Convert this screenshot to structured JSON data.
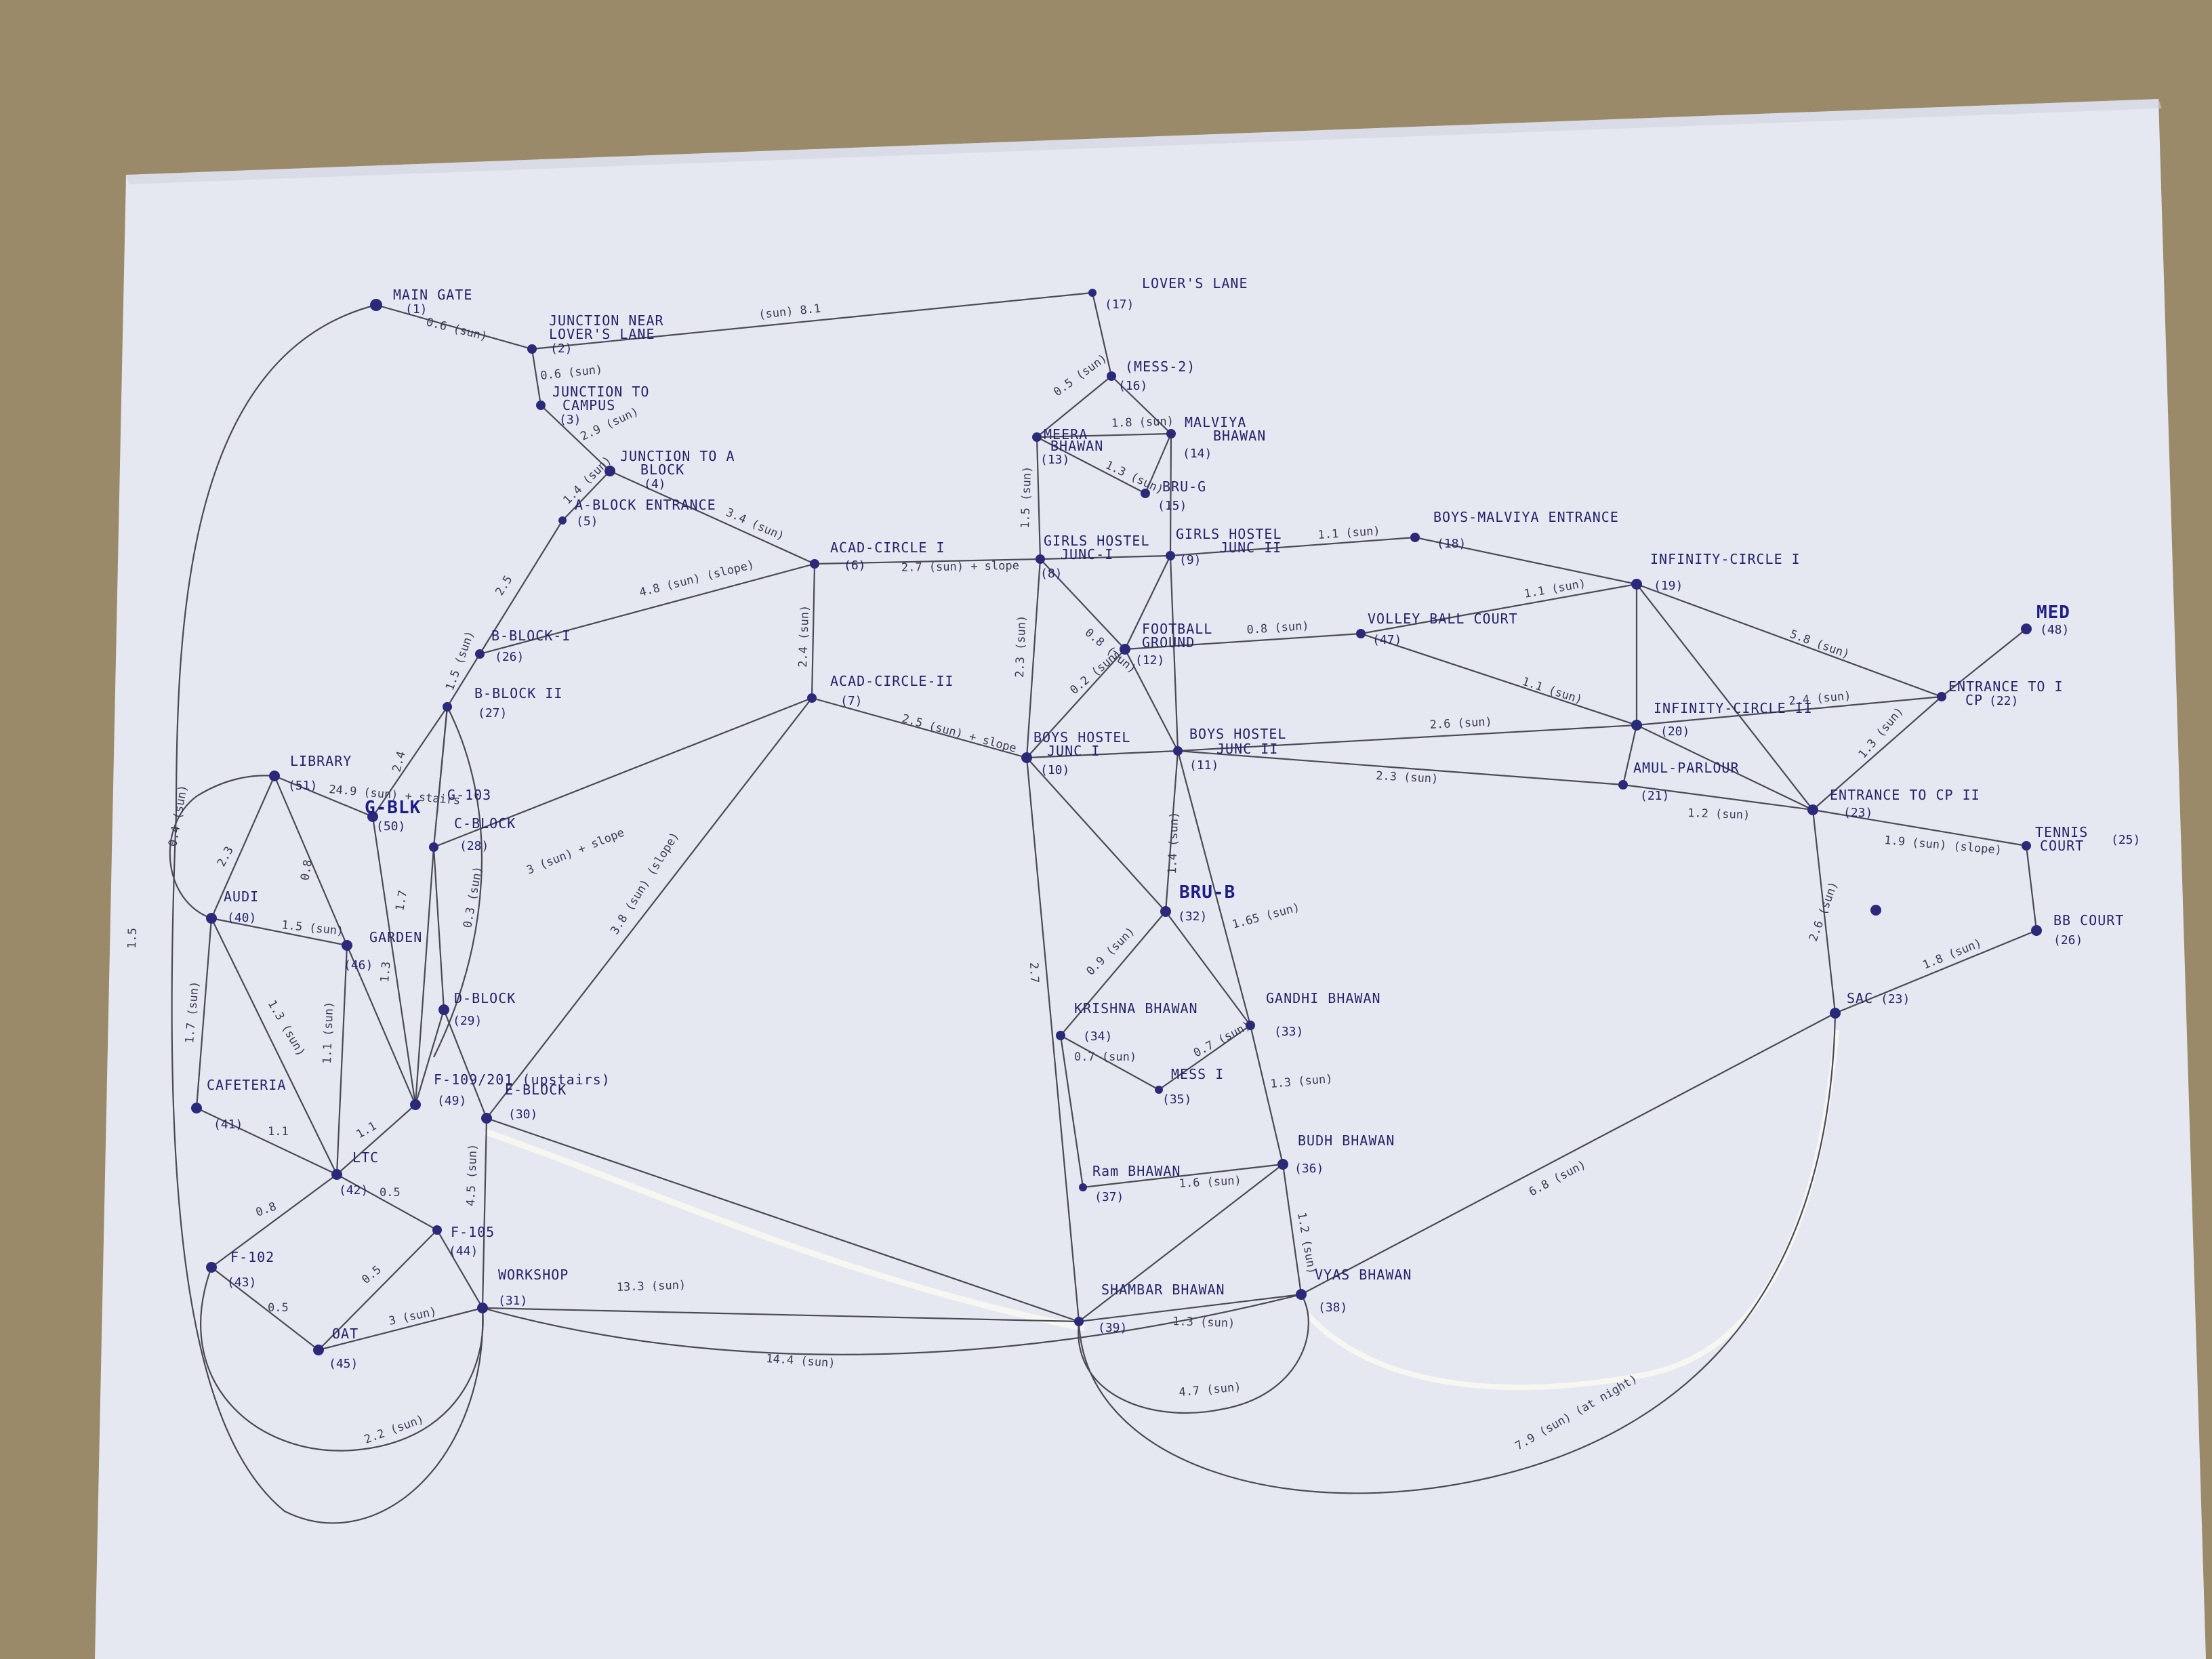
{
  "nodes": [
    {
      "id": "n1",
      "name": "MAIN GATE",
      "num": "(1)"
    },
    {
      "id": "n2",
      "name": "JUNCTION NEAR",
      "name2": "LOVER'S LANE",
      "num": "(2)"
    },
    {
      "id": "n3",
      "name": "JUNCTION TO",
      "name2": "CAMPUS",
      "num": "(3)"
    },
    {
      "id": "n4",
      "name": "JUNCTION TO A",
      "name2": "BLOCK",
      "num": "(4)"
    },
    {
      "id": "n5",
      "name": "A-BLOCK ENTRANCE",
      "num": "(5)"
    },
    {
      "id": "n6",
      "name": "ACAD-CIRCLE I",
      "num": "(6)"
    },
    {
      "id": "n7",
      "name": "ACAD-CIRCLE-II",
      "num": "(7)"
    },
    {
      "id": "n8",
      "name": "GIRLS HOSTEL",
      "name2": "JUNC-I",
      "num": "(8)"
    },
    {
      "id": "n9",
      "name": "GIRLS HOSTEL",
      "name2": "JUNC II",
      "num": "(9)"
    },
    {
      "id": "n10",
      "name": "BOYS HOSTEL",
      "name2": "JUNC I",
      "num": "(10)"
    },
    {
      "id": "n11",
      "name": "BOYS HOSTEL",
      "name2": "JUNC II",
      "num": "(11)"
    },
    {
      "id": "n12",
      "name": "FOOTBALL",
      "name2": "GROUND",
      "num": "(12)"
    },
    {
      "id": "n13",
      "name": "MEERA",
      "name2": "BHAWAN",
      "num": "(13)"
    },
    {
      "id": "n14",
      "name": "MALVIYA",
      "name2": "BHAWAN",
      "num": "(14)"
    },
    {
      "id": "n15",
      "name": "BRU-G",
      "num": "(15)"
    },
    {
      "id": "n16",
      "name": "(MESS-2)",
      "num": "(16)"
    },
    {
      "id": "n17",
      "name": "LOVER'S LANE",
      "num": "(17)"
    },
    {
      "id": "n18",
      "name": "BOYS-MALVIYA ENTRANCE",
      "num": "(18)"
    },
    {
      "id": "n19",
      "name": "INFINITY-CIRCLE I",
      "num": "(19)"
    },
    {
      "id": "n20",
      "name": "INFINITY-CIRCLE II",
      "num": "(20)"
    },
    {
      "id": "n21",
      "name": "AMUL-PARLOUR",
      "num": "(21)"
    },
    {
      "id": "n22",
      "name": "ENTRANCE TO I",
      "name2": "CP",
      "num": "(22)"
    },
    {
      "id": "n23",
      "name": "ENTRANCE TO CP II",
      "num": "(23)"
    },
    {
      "id": "n24",
      "name": "SAC",
      "num": "(23)"
    },
    {
      "id": "n25",
      "name": "TENNIS",
      "name2": "COURT",
      "num": "(25)"
    },
    {
      "id": "n26",
      "name": "BB COURT",
      "num": "(26)"
    },
    {
      "id": "n27",
      "name": "B-BLOCK II",
      "num": "(27)"
    },
    {
      "id": "n28",
      "name": "C-BLOCK",
      "num": "(28)"
    },
    {
      "id": "n29",
      "name": "D-BLOCK",
      "num": "(29)"
    },
    {
      "id": "n30",
      "name": "E-BLOCK",
      "num": "(30)"
    },
    {
      "id": "n31",
      "name": "WORKSHOP",
      "num": "(31)"
    },
    {
      "id": "n32",
      "name": "BRU-B",
      "num": "(32)"
    },
    {
      "id": "n33",
      "name": "GANDHI BHAWAN",
      "num": "(33)"
    },
    {
      "id": "n34",
      "name": "KRISHNA BHAWAN",
      "num": "(34)"
    },
    {
      "id": "n35",
      "name": "MESS I",
      "num": "(35)"
    },
    {
      "id": "n36",
      "name": "BUDH BHAWAN",
      "num": "(36)"
    },
    {
      "id": "n37",
      "name": "Ram BHAWAN",
      "num": "(37)"
    },
    {
      "id": "n38",
      "name": "VYAS BHAWAN",
      "num": "(38)"
    },
    {
      "id": "n39",
      "name": "SHAMBAR BHAWAN",
      "num": "(39)"
    },
    {
      "id": "n40",
      "name": "AUDI",
      "num": "(40)"
    },
    {
      "id": "n41",
      "name": "CAFETERIA",
      "num": "(41)"
    },
    {
      "id": "n42",
      "name": "LTC",
      "num": "(42)"
    },
    {
      "id": "n43",
      "name": "F-102",
      "num": "(43)"
    },
    {
      "id": "n44",
      "name": "F-105",
      "num": "(44)"
    },
    {
      "id": "n45",
      "name": "OAT",
      "num": "(45)"
    },
    {
      "id": "n46",
      "name": "GARDEN",
      "num": "(46)"
    },
    {
      "id": "n47",
      "name": "VOLLEY BALL COURT",
      "num": "(47)"
    },
    {
      "id": "n48",
      "name": "MED",
      "num": "(48)"
    },
    {
      "id": "n49",
      "name": "F-109/201 (upstairs)",
      "num": "(49)"
    },
    {
      "id": "n50",
      "name": "G-BLK",
      "num": "(50)"
    },
    {
      "id": "n51",
      "name": "LIBRARY",
      "num": "(51)"
    },
    {
      "id": "n52",
      "name": "B-BLOCK-I",
      "num": "(26)"
    },
    {
      "id": "n53",
      "name": "G-103",
      "num": ""
    }
  ],
  "edges": [
    {
      "id": "e1",
      "label": "0.6 (sun)"
    },
    {
      "id": "e2",
      "label": "(sun) 8.1"
    },
    {
      "id": "e3",
      "label": "0.6 (sun)"
    },
    {
      "id": "e4",
      "label": "2.9 (sun)"
    },
    {
      "id": "e5",
      "label": "1.4 (sun)"
    },
    {
      "id": "e6",
      "label": "3.4 (sun)"
    },
    {
      "id": "e7",
      "label": "2.5"
    },
    {
      "id": "e8",
      "label": "4.8 (sun) (slope)"
    },
    {
      "id": "e9",
      "label": "2.7 (sun) + slope"
    },
    {
      "id": "e10",
      "label": "2.4 (sun)"
    },
    {
      "id": "e11",
      "label": "2.5 (sun) + slope"
    },
    {
      "id": "e12",
      "label": "1.1 (sun)"
    },
    {
      "id": "e13",
      "label": "1.5 (sun)"
    },
    {
      "id": "e14",
      "label": "1.8 (sun)"
    },
    {
      "id": "e15",
      "label": "1.3 (sun)"
    },
    {
      "id": "e16",
      "label": "0.5 (sun)"
    },
    {
      "id": "e17",
      "label": "0.8 (sun)"
    },
    {
      "id": "e18",
      "label": "2.6 (sun)"
    },
    {
      "id": "e19",
      "label": "2.3 (sun)"
    },
    {
      "id": "e20",
      "label": "1.1 (sun)"
    },
    {
      "id": "e21",
      "label": "5.8 (sun)"
    },
    {
      "id": "e22",
      "label": "2.4 (sun)"
    },
    {
      "id": "e23",
      "label": "1.1 (sun)"
    },
    {
      "id": "e24",
      "label": "1.3 (sun)"
    },
    {
      "id": "e25",
      "label": "1.9 (sun) (slope)"
    },
    {
      "id": "e26",
      "label": "2.6 (sun)"
    },
    {
      "id": "e27",
      "label": "1.8 (sun)"
    },
    {
      "id": "e28",
      "label": "6.8 (sun)"
    },
    {
      "id": "e29",
      "label": "7.9 (sun) (at night)"
    },
    {
      "id": "e30",
      "label": "1.2 (sun)"
    },
    {
      "id": "e31",
      "label": "1.4 (sun)"
    },
    {
      "id": "e32",
      "label": "1.65 (sun)"
    },
    {
      "id": "e33",
      "label": "0.9 (sun)"
    },
    {
      "id": "e34",
      "label": "0.7 (sun)"
    },
    {
      "id": "e35",
      "label": "0.7 (sun)"
    },
    {
      "id": "e36",
      "label": "1.3 (sun)"
    },
    {
      "id": "e37",
      "label": "1.6 (sun)"
    },
    {
      "id": "e38",
      "label": "1.2 (sun)"
    },
    {
      "id": "e39",
      "label": "1.3 (sun)"
    },
    {
      "id": "e40",
      "label": "4.7 (sun)"
    },
    {
      "id": "e41",
      "label": "13.3 (sun)"
    },
    {
      "id": "e42",
      "label": "14.4 (sun)"
    },
    {
      "id": "e43",
      "label": "3.8 (sun) (slope)"
    },
    {
      "id": "e44",
      "label": "3 (sun) + slope"
    },
    {
      "id": "e45",
      "label": "4.5 (sun)"
    },
    {
      "id": "e46",
      "label": "3 (sun)"
    },
    {
      "id": "e47",
      "label": "2.2 (sun)"
    },
    {
      "id": "e48",
      "label": "0.5"
    },
    {
      "id": "e49",
      "label": "0.5"
    },
    {
      "id": "e50",
      "label": "0.5"
    },
    {
      "id": "e51",
      "label": "0.8"
    },
    {
      "id": "e52",
      "label": "1.1"
    },
    {
      "id": "e53",
      "label": "1.1"
    },
    {
      "id": "e54",
      "label": "1.7 (sun)"
    },
    {
      "id": "e55",
      "label": "1.3 (sun)"
    },
    {
      "id": "e56",
      "label": "1.1 (sun)"
    },
    {
      "id": "e57",
      "label": "1.5 (sun)"
    },
    {
      "id": "e58",
      "label": "2.3"
    },
    {
      "id": "e59",
      "label": "0.4 (sun)"
    },
    {
      "id": "e60",
      "label": "0.8"
    },
    {
      "id": "e61",
      "label": "24.9 (sun) + stairs"
    },
    {
      "id": "e62",
      "label": "1.5"
    },
    {
      "id": "e63",
      "label": "2.4"
    },
    {
      "id": "e64",
      "label": "1.7"
    },
    {
      "id": "e65",
      "label": "1.3"
    },
    {
      "id": "e66",
      "label": "0.3 (sun)"
    },
    {
      "id": "e67",
      "label": "1.5 (sun)"
    },
    {
      "id": "e68",
      "label": "2.3 (sun)"
    },
    {
      "id": "e69",
      "label": "0.2 (sun)"
    },
    {
      "id": "e70",
      "label": "1.2 (sun)"
    },
    {
      "id": "e71",
      "label": "0.8 (sun)"
    },
    {
      "id": "e72",
      "label": "2.7"
    }
  ]
}
